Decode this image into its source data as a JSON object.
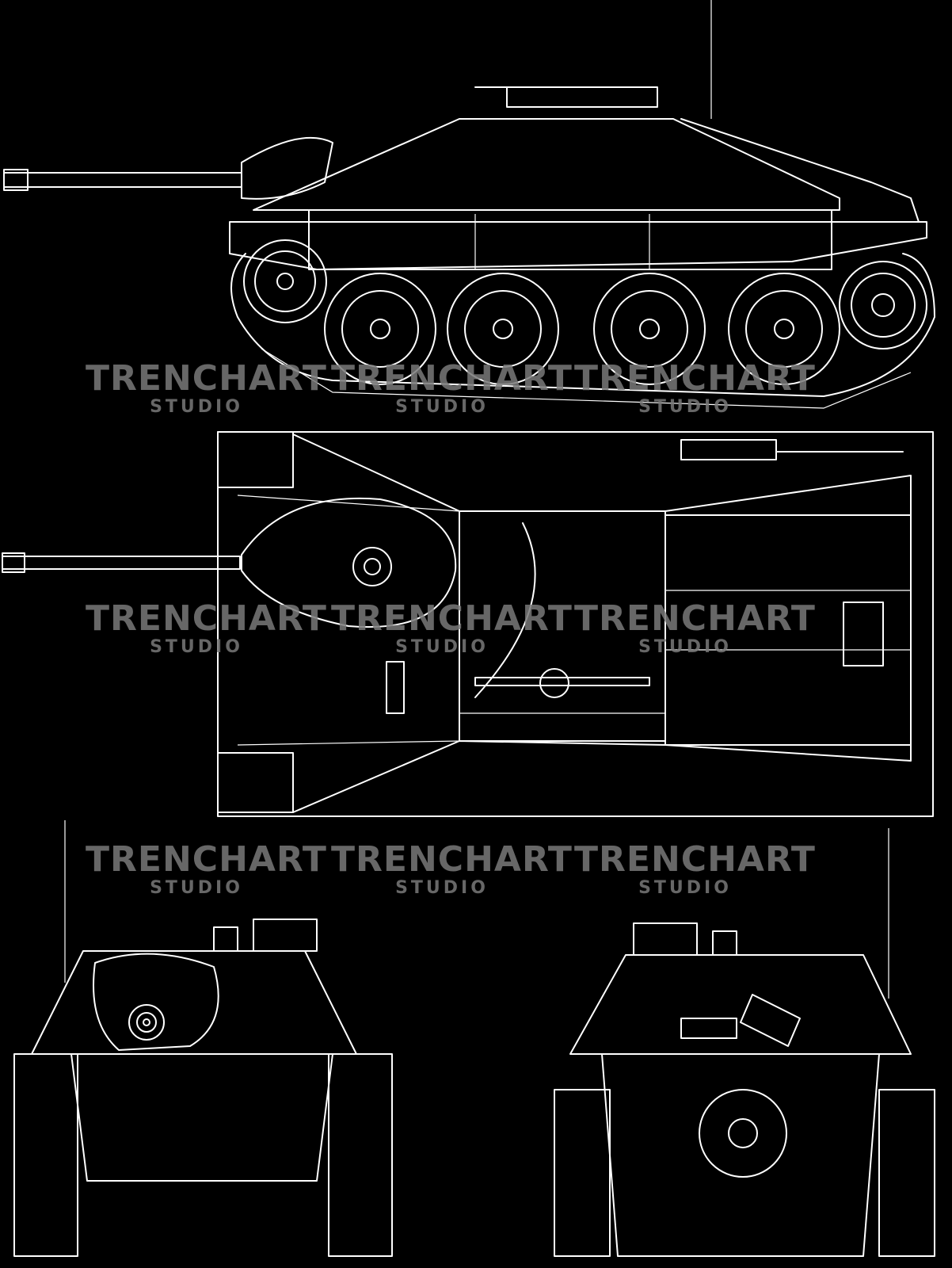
{
  "watermark": {
    "brand": "TRENCHART",
    "sub": "STUDIO"
  },
  "views": [
    {
      "name": "side-view"
    },
    {
      "name": "top-view"
    },
    {
      "name": "front-view"
    },
    {
      "name": "rear-view"
    }
  ],
  "colors": {
    "background": "#000000",
    "lines": "#ffffff",
    "watermark": "#7a7a7a"
  }
}
